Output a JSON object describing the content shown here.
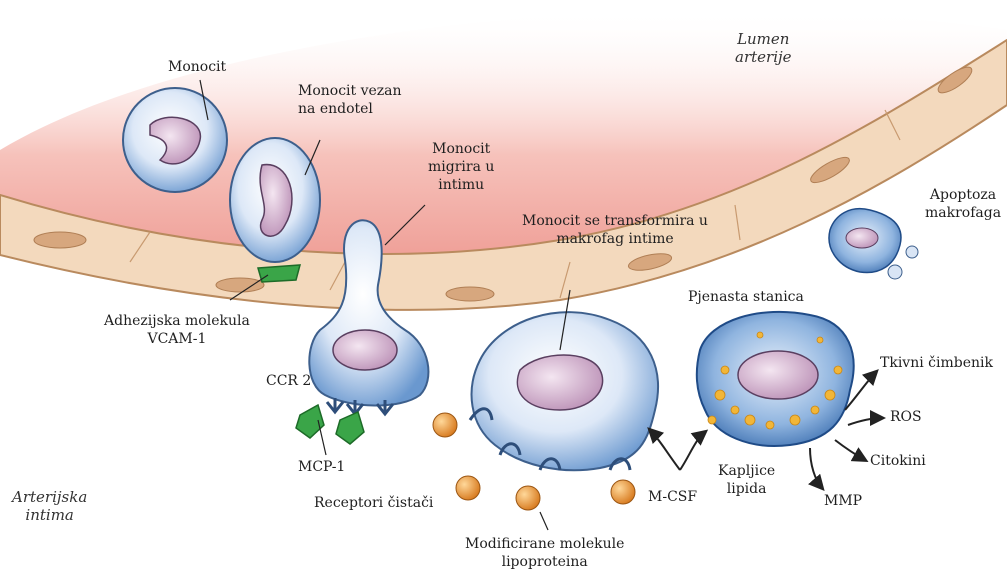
{
  "labels": {
    "monocyte": "Monocit",
    "bound_l1": "Monocit vezan",
    "bound_l2": "na endotel",
    "migrate_l1": "Monocit",
    "migrate_l2": "migrira u",
    "migrate_l3": "intimu",
    "transform_l1": "Monocit se transformira u",
    "transform_l2": "makrofag intime",
    "lumen_l1": "Lumen",
    "lumen_l2": "arterije",
    "apoptosis_l1": "Apoptoza",
    "apoptosis_l2": "makrofaga",
    "foam_cell": "Pjenasta stanica",
    "adhesion_l1": "Adhezijska molekula",
    "adhesion_l2": "VCAM-1",
    "ccr2": "CCR 2",
    "mcp1": "MCP-1",
    "intima_l1": "Arterijska",
    "intima_l2": "intima",
    "scavenger": "Receptori čistači",
    "modified_l1": "Modificirane molekule",
    "modified_l2": "lipoproteina",
    "mcsf": "M-CSF",
    "droplets_l1": "Kapljice",
    "droplets_l2": "lipida",
    "tissue_factor": "Tkivni čimbenik",
    "ros": "ROS",
    "cytokines": "Citokini",
    "mmp": "MMP"
  },
  "colors": {
    "lumen": "#f2a9a2",
    "endothelium": "#f4dcc0",
    "endothelium_edge": "#b98a5e",
    "cell_blue": "#6f9fd2",
    "cell_light": "#e8f0fb",
    "nucleus": "#c9a3c6",
    "receptor": "#2e4e7a",
    "vcam": "#3aa548",
    "lipoprotein": "#e7952e"
  }
}
